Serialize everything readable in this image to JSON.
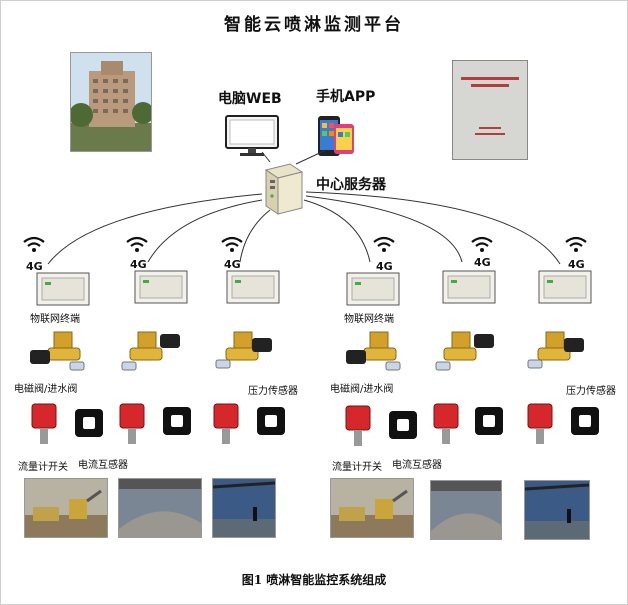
{
  "title": "智能云喷淋监测平台",
  "caption": "图1 喷淋智能监控系统组成",
  "nodes": {
    "pc_web": "电脑WEB",
    "mobile_app": "手机APP",
    "server": "中心服务器",
    "net": "4G"
  },
  "device_labels": {
    "iot_terminal": "物联网终端",
    "valve": "电磁阀/进水阀",
    "pressure_sensor": "压力传感器",
    "flow_switch": "流量计开关",
    "current_transformer": "电流互感器"
  },
  "icons": [
    "wifi-icon",
    "server-icon",
    "monitor-icon",
    "phone-icon",
    "terminal-box-icon",
    "valve-icon",
    "flow-switch-icon",
    "current-transformer-icon"
  ]
}
